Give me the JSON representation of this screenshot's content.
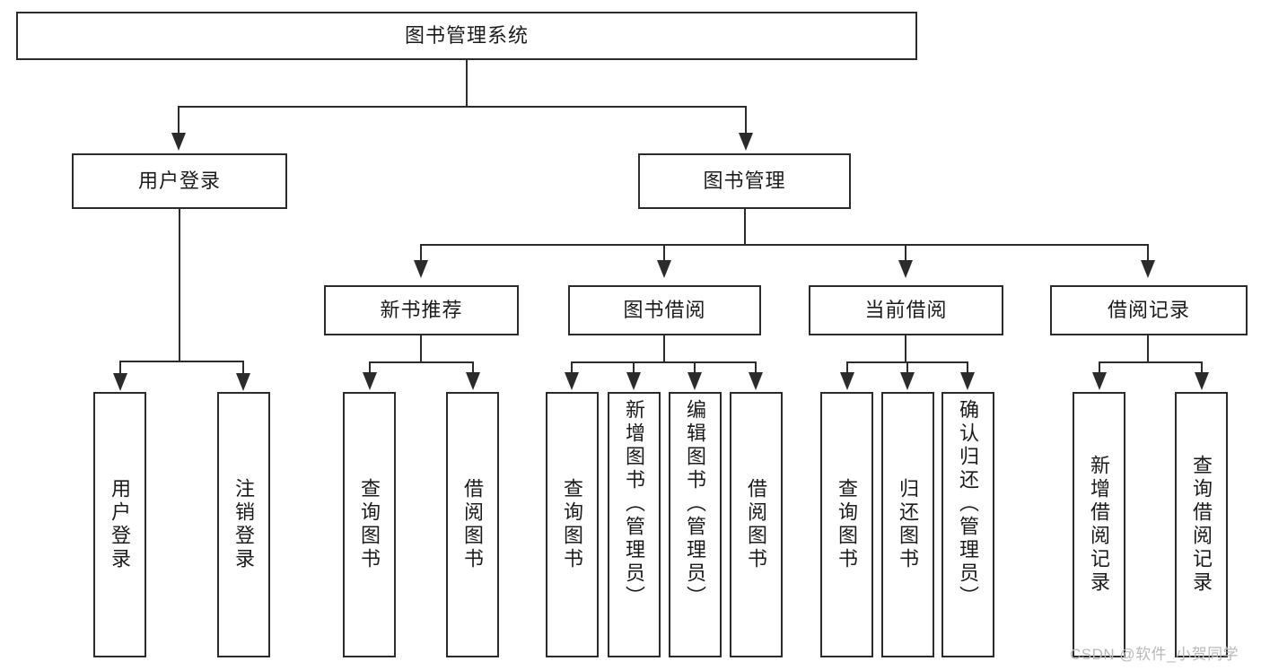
{
  "diagram": {
    "type": "tree-hierarchy",
    "title": "图书管理系统",
    "watermark": "CSDN @软件_小贺同学",
    "colors": {
      "box_border": "#2b2b2b",
      "box_fill": "#ffffff",
      "connector": "#2b2b2b",
      "text": "#1b1b1b",
      "watermark": "#b9b9b9",
      "background": "#ffffff"
    },
    "root": {
      "label": "图书管理系统"
    },
    "level2": [
      {
        "label": "用户登录"
      },
      {
        "label": "图书管理"
      }
    ],
    "level3": [
      {
        "label": "新书推荐"
      },
      {
        "label": "图书借阅"
      },
      {
        "label": "当前借阅"
      },
      {
        "label": "借阅记录"
      }
    ],
    "leaves": {
      "user_login": [
        {
          "label": "用户登录"
        },
        {
          "label": "注销登录"
        }
      ],
      "new_book": [
        {
          "label": "查询图书"
        },
        {
          "label": "借阅图书"
        }
      ],
      "book_borrow": [
        {
          "label": "查询图书"
        },
        {
          "label": "新增图书（管理员）"
        },
        {
          "label": "编辑图书（管理员）"
        },
        {
          "label": "借阅图书"
        }
      ],
      "current_borrow": [
        {
          "label": "查询图书"
        },
        {
          "label": "归还图书"
        },
        {
          "label": "确认归还（管理员）"
        }
      ],
      "borrow_record": [
        {
          "label": "新增借阅记录"
        },
        {
          "label": "查询借阅记录"
        }
      ]
    }
  }
}
